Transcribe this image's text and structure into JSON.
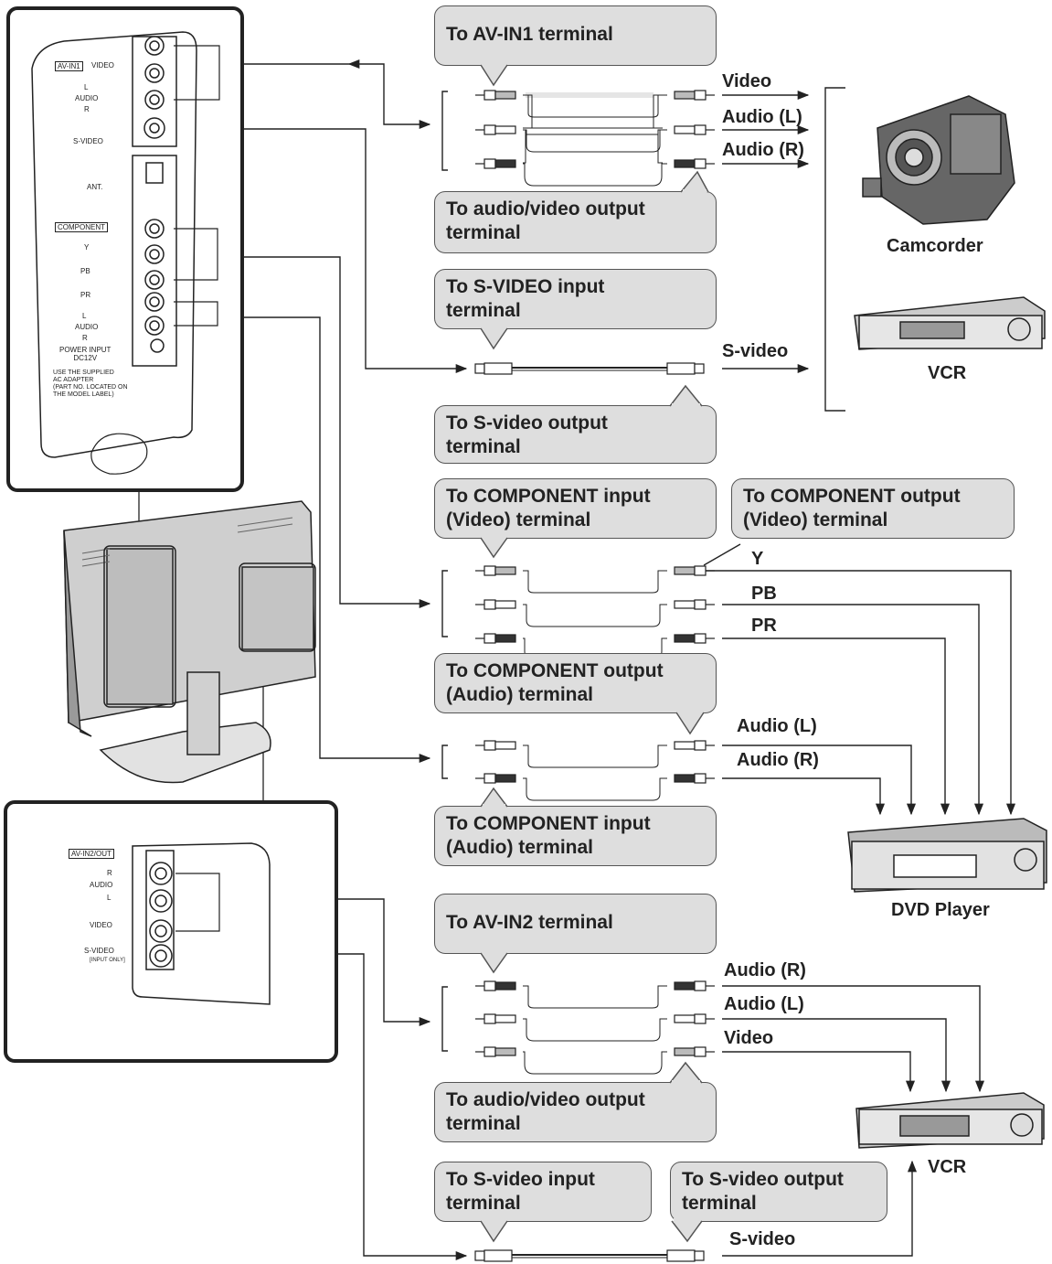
{
  "callouts": {
    "av_in1": "To AV-IN1 terminal",
    "av_out_1": "To audio/video output\nterminal",
    "svideo_in_1": "To S-VIDEO input\nterminal",
    "svideo_out_1": "To S-video output\nterminal",
    "comp_in_video": "To COMPONENT input\n(Video) terminal",
    "comp_out_video": "To COMPONENT output\n(Video) terminal",
    "comp_out_audio": "To COMPONENT output\n(Audio) terminal",
    "comp_in_audio": "To COMPONENT input\n(Audio) terminal",
    "av_in2": "To AV-IN2 terminal",
    "av_out_2": "To audio/video output\nterminal",
    "svideo_in_2": "To S-video input\nterminal",
    "svideo_out_2": "To S-video output\nterminal"
  },
  "signal_labels": {
    "video_1": "Video",
    "audio_l_1": "Audio (L)",
    "audio_r_1": "Audio (R)",
    "svideo_1": "S-video",
    "y": "Y",
    "pb": "PB",
    "pr": "PR",
    "audio_l_comp": "Audio (L)",
    "audio_r_comp": "Audio (R)",
    "audio_r_2": "Audio (R)",
    "audio_l_2": "Audio (L)",
    "video_2": "Video",
    "svideo_2": "S-video"
  },
  "devices": {
    "camcorder": "Camcorder",
    "vcr_top": "VCR",
    "dvd": "DVD Player",
    "vcr_bottom": "VCR"
  },
  "panel_top": {
    "av_in1": "AV-IN1",
    "video": "VIDEO",
    "l": "L",
    "audio": "AUDIO",
    "r": "R",
    "s_video": "S-VIDEO",
    "ant": "ANT.",
    "component": "COMPONENT",
    "y": "Y",
    "pb": "PB",
    "pr": "PR",
    "l2": "L",
    "audio2": "AUDIO",
    "r2": "R",
    "power_input": "POWER INPUT\nDC12V",
    "adapter_note": "USE THE SUPPLIED\nAC ADAPTER\n(PART NO. LOCATED ON\nTHE MODEL LABEL)"
  },
  "panel_bottom": {
    "av_in2_out": "AV-IN2/OUT",
    "r": "R",
    "audio": "AUDIO",
    "l": "L",
    "video": "VIDEO",
    "s_video": "S-VIDEO",
    "input_only": "[INPUT ONLY]"
  }
}
